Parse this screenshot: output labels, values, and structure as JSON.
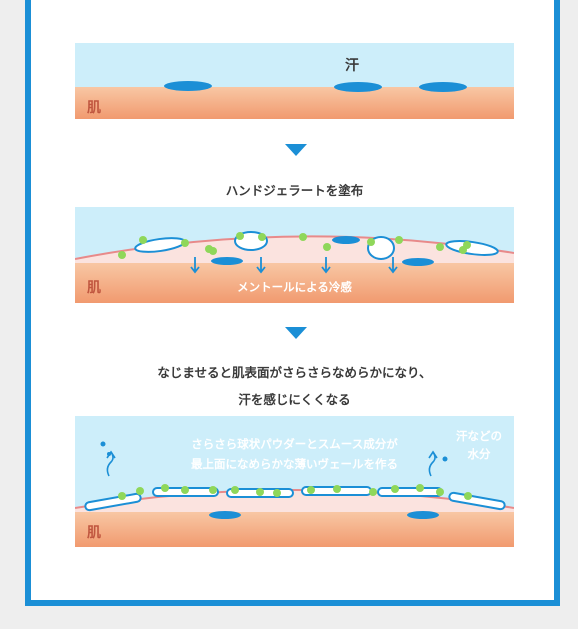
{
  "diagram": {
    "panel1": {
      "sweat_label": "汗",
      "skin_label": "肌"
    },
    "step1": {
      "caption": "ハンドジェラートを塗布"
    },
    "panel2": {
      "skin_label": "肌",
      "cooling_label": "メントールによる冷感"
    },
    "step2": {
      "caption_line1": "なじませると肌表面がさらさらなめらかになり、",
      "caption_line2": "汗を感じにくくなる"
    },
    "panel3": {
      "skin_label": "肌",
      "veil_line1": "さらさら球状パウダーとスムース成分が",
      "veil_line2": "最上面になめらかな薄いヴェールを作る",
      "moisture_line1": "汗などの",
      "moisture_line2": "水分"
    },
    "colors": {
      "frame": "#1b8fd6",
      "sky": "#cdeefa",
      "skin": "#f6b089",
      "sweat": "#1b8fd6",
      "gel_dot": "#8fd75a",
      "menthol_arrow": "#1b8fd6"
    }
  }
}
